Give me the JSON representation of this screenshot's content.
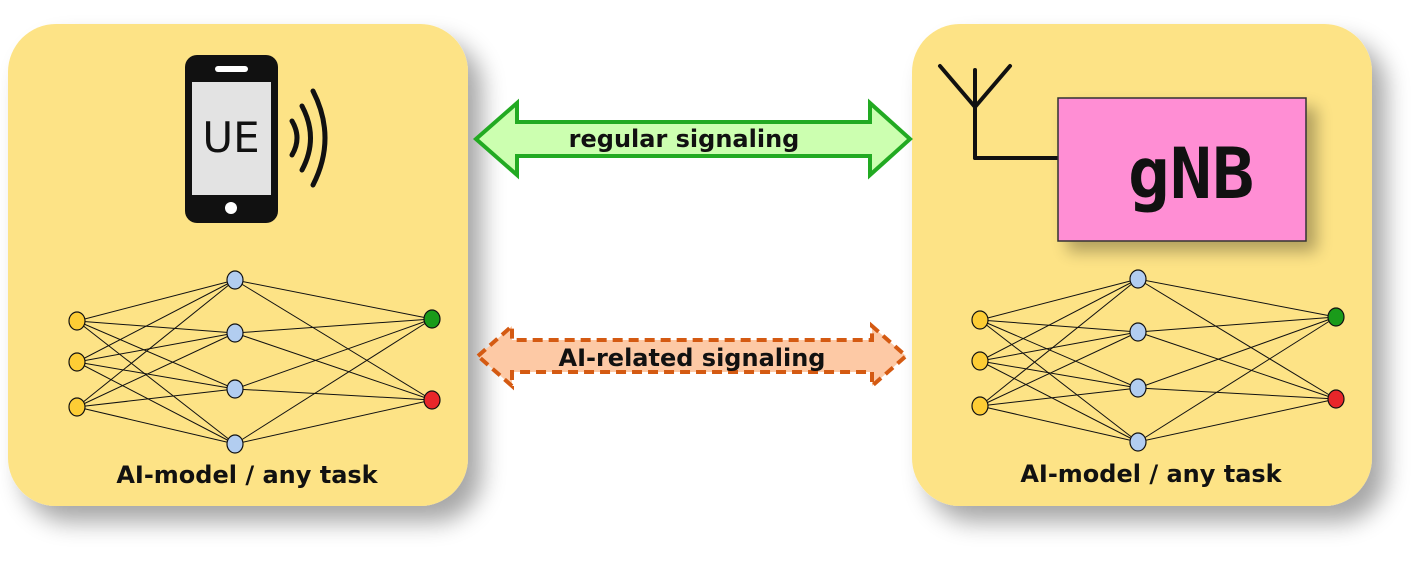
{
  "ue_panel": {
    "device_label": "UE",
    "model_caption": "AI-model / any task"
  },
  "gnb_panel": {
    "station_label": "gNB",
    "model_caption": "AI-model / any task"
  },
  "links": {
    "regular": "regular signaling",
    "ai_related": "AI-related signaling"
  },
  "network": {
    "layers": [
      3,
      4,
      2
    ],
    "output_colors": [
      "#1a9b1a",
      "#e8262a"
    ]
  },
  "colors": {
    "panel": "#fde386",
    "regular_arrow_fill": "#ccffb0",
    "regular_arrow_stroke": "#22aa22",
    "ai_arrow_fill": "#fdc9a5",
    "ai_arrow_stroke": "#d45a12",
    "gnb_box": "#ff8ed4",
    "input_node": "#fdcd35",
    "hidden_node": "#b2cdf0"
  }
}
